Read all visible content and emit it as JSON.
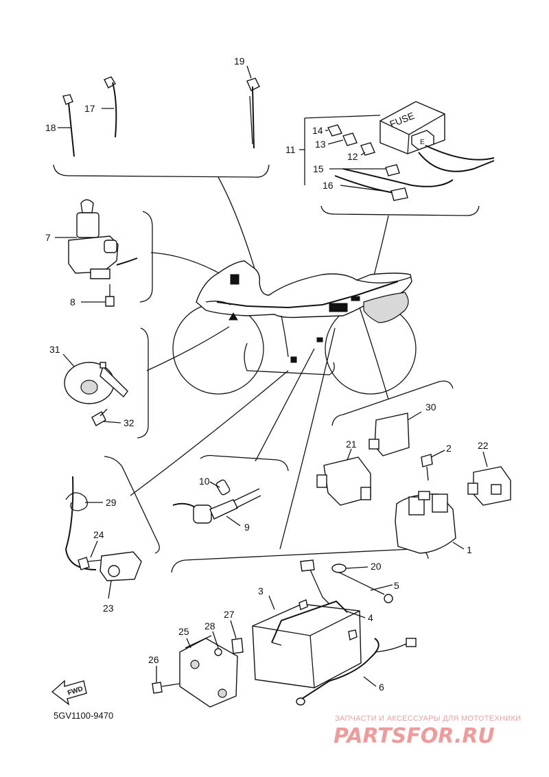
{
  "labels": {
    "fuse_box": "FUSE",
    "fwd_arrow": "FWD"
  },
  "callouts": {
    "c1": "1",
    "c2": "2",
    "c3": "3",
    "c4": "4",
    "c5": "5",
    "c6": "6",
    "c7": "7",
    "c8": "8",
    "c9": "9",
    "c10": "10",
    "c11": "11",
    "c12": "12",
    "c13": "13",
    "c14": "14",
    "c15": "15",
    "c16": "16",
    "c17": "17",
    "c18": "18",
    "c19": "19",
    "c20": "20",
    "c21": "21",
    "c22": "22",
    "c23": "23",
    "c24": "24",
    "c25": "25",
    "c26": "26",
    "c27": "27",
    "c28": "28",
    "c29": "29",
    "c30": "30",
    "c31": "31",
    "c32": "32"
  },
  "diagram_code": "5GV1100-9470",
  "watermark": {
    "tagline": "ЗАПЧАСТИ И АКСЕССУАРЫ ДЛЯ МОТОТЕХНИКИ",
    "brand": "PARTSFOR.RU"
  },
  "colors": {
    "ink": "#111111",
    "watermark": "#ef9b9b"
  }
}
